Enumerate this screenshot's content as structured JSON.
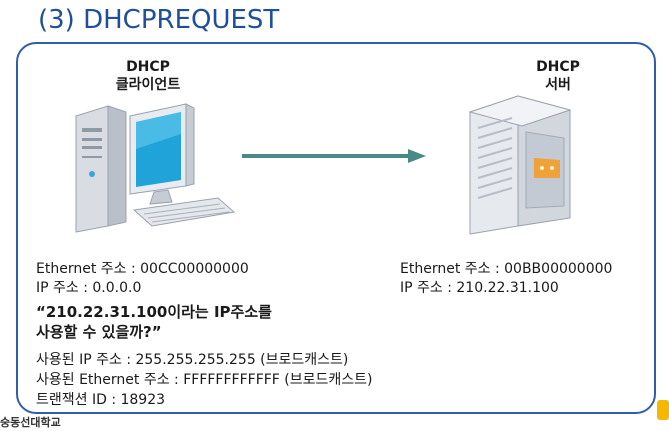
{
  "title": "(3) DHCPREQUEST",
  "client": {
    "label_line1": "DHCP",
    "label_line2": "클라이언트",
    "ethernet": "Ethernet 주소 : 00CC00000000",
    "ip": "IP 주소 : 0.0.0.0",
    "quote_line1": "“210.22.31.100이라는 IP주소를",
    "quote_line2": "사용할 수 있을까?”"
  },
  "server": {
    "label_line1": "DHCP",
    "label_line2": "서버",
    "ethernet": "Ethernet 주소 : 00BB00000000",
    "ip": "IP 주소 : 210.22.31.100"
  },
  "packet": {
    "ip": "사용된 IP 주소 : 255.255.255.255 (브로드캐스트)",
    "ethernet": "사용된 Ethernet 주소 : FFFFFFFFFFFF (브로드캐스트)",
    "transaction": "트랜잭션 ID : 18923"
  },
  "footer": "숭동선대학교",
  "colors": {
    "title": "#1f4f9a",
    "frame": "#2f5fa8",
    "arrow": "#4a8a86"
  }
}
